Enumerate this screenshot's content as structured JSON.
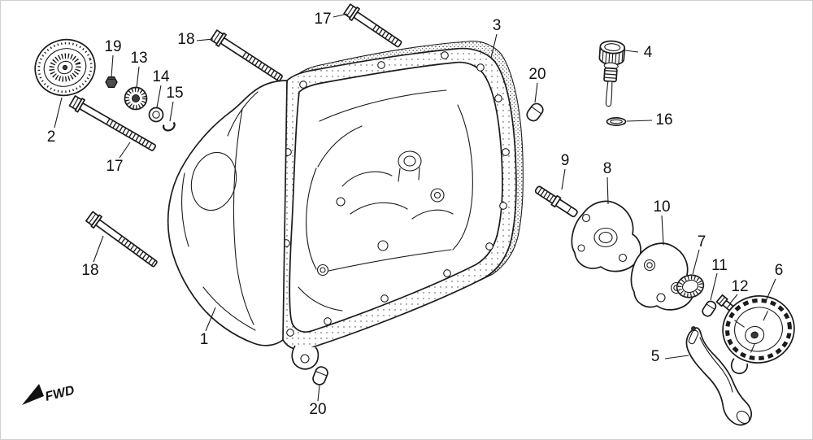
{
  "page": {
    "background": "#ffffff",
    "ink": "#1b1b1b"
  },
  "callouts": {
    "c1": "1",
    "c2": "2",
    "c3": "3",
    "c4": "4",
    "c5": "5",
    "c6": "6",
    "c7": "7",
    "c8": "8",
    "c9": "9",
    "c10": "10",
    "c11": "11",
    "c12": "12",
    "c13": "13",
    "c14": "14",
    "c15": "15",
    "c16": "16",
    "c17_top": "17",
    "c17_left": "17",
    "c18_top": "18",
    "c18_left": "18",
    "c19": "19",
    "c20_top": "20",
    "c20_bottom": "20"
  },
  "fwd_label": "FWD",
  "icons": {
    "fwd_arrow": "solid-triangle-pointing-lower-left"
  }
}
